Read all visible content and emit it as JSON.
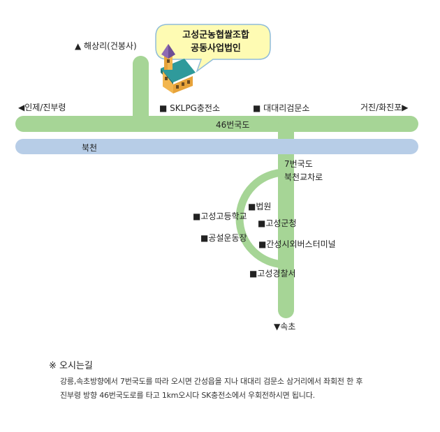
{
  "colors": {
    "road": "#a6d596",
    "stream": "#b7cde7",
    "bubble_fill": "#fefbb3",
    "bubble_stroke": "#8fbcd9"
  },
  "bubble": {
    "line1": "고성군농협쌀조합",
    "line2": "공동사업법인"
  },
  "building_icon": "house-icon",
  "labels": {
    "north": "▲ 해상리(건봉사)",
    "west": "◀인제/진부령",
    "east": "거진/화진포▶",
    "sklpg": "■  SKLPG충전소",
    "daedae": "■ 대대리검문소",
    "road46": "46번국도",
    "stream": "북천",
    "road7_line1": "7번국도",
    "road7_line2": "북천교차로",
    "court": "■법원",
    "highschool": "■고성고등학교",
    "county": "■고성군청",
    "stadium": "■공설운동장",
    "bus": "■간성시외버스터미널",
    "police": "■고성경찰서",
    "south": "▼속초"
  },
  "directions": {
    "title": "※  오시는길",
    "line1": "강릉,속초방향에서 7번국도를 따라 오시면 간성읍을 지나 대대리 검문소 삼거리에서 좌회전 한 후",
    "line2": "진부령 방향 46번국도로를 타고 1km오시다 SK충전소에서 우회전하시면 됩니다."
  }
}
